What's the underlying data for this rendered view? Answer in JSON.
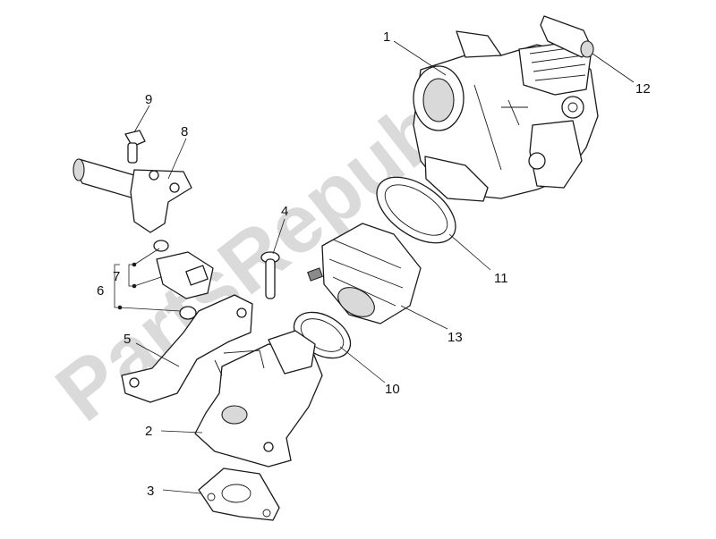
{
  "watermark": {
    "text": "PartsRepublik"
  },
  "callouts": [
    "1",
    "2",
    "3",
    "4",
    "5",
    "6",
    "7",
    "8",
    "9",
    "10",
    "11",
    "12",
    "13"
  ],
  "colors": {
    "line": "#1a1a1a",
    "watermark": "#bdbdbd",
    "background": "#ffffff"
  }
}
